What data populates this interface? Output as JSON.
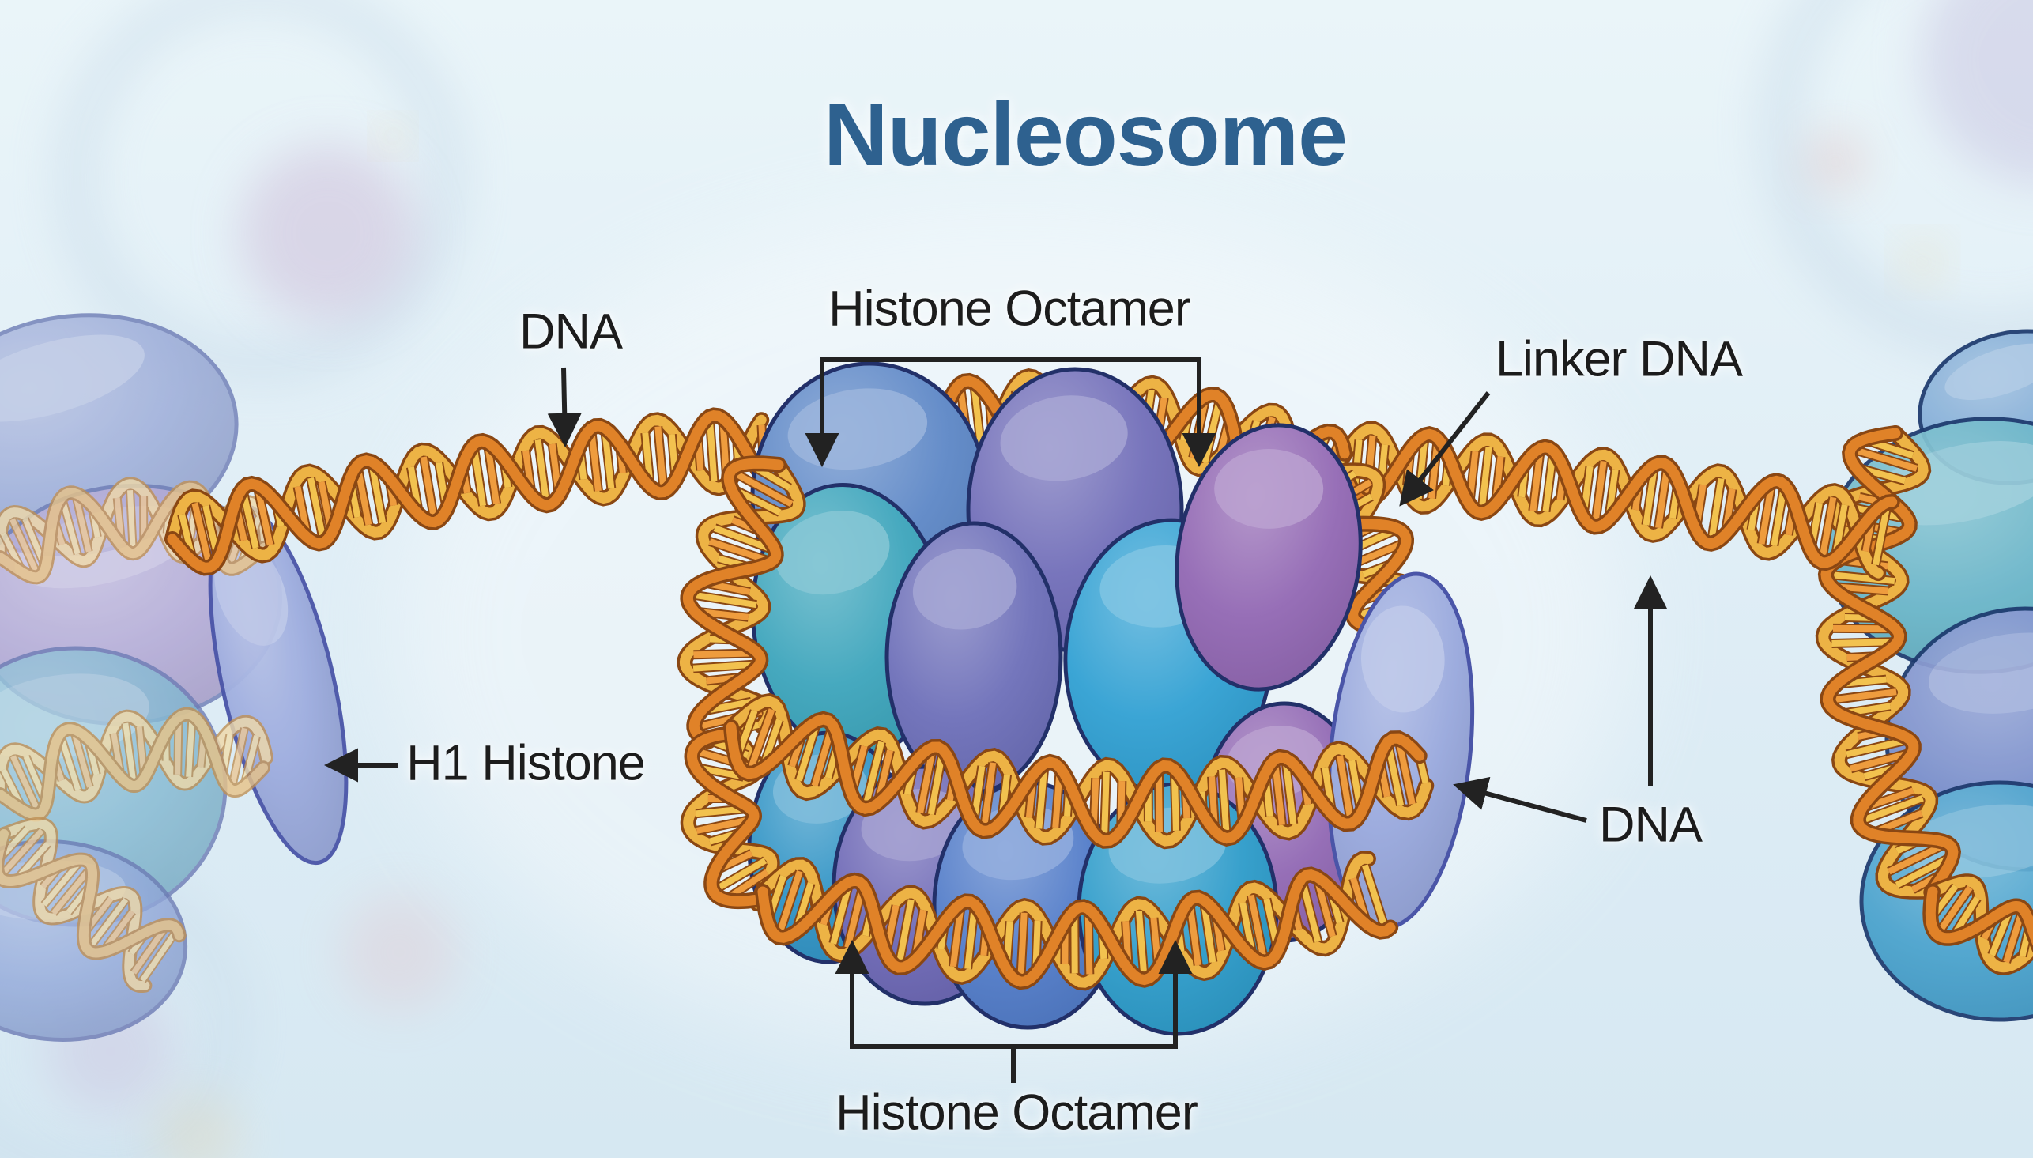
{
  "title": "Nucleosome",
  "labels": {
    "dna_top": "DNA",
    "histone_octamer_top": "Histone Octamer",
    "linker_dna": "Linker DNA",
    "h1_histone": "H1 Histone",
    "dna_right": "DNA",
    "histone_octamer_bottom": "Histone Octamer"
  },
  "colors": {
    "title": "#2e618f",
    "label_text": "#1c1c1c",
    "arrow": "#222222",
    "dna_strand_front": "#e08228",
    "dna_strand_back": "#edb345",
    "dna_outline": "#8a4713",
    "dna_rung_gold": "#f2c24f",
    "dna_rung_orange": "#ee9c3e",
    "dna_faded_front": "#e8c387",
    "dna_faded_back": "#f0d9a8",
    "dna_faded_outline": "#bf9055",
    "dna_faded_rung_a": "#f2dfae",
    "dna_faded_rung_b": "#ecc897",
    "histone_blue": "#5b86c6",
    "histone_slate": "#6f6cb8",
    "histone_teal": "#3aa4bb",
    "histone_indigo": "#6b6db8",
    "histone_cyan": "#2f9fd2",
    "histone_purple": "#9066b2",
    "histone_bottom_teal": "#2f93c5",
    "histone_bottom_indigo": "#6b66b4",
    "histone_bottom_blue": "#4f7ac8",
    "histone_bottom_cyan": "#2a9ac9",
    "histone_under_purple": "#8f66b2",
    "sphere_outline": "#223069",
    "h1_bean": "#97a7dc",
    "h1_bean_outline": "#4a55a8",
    "faded_periwinkle": "#93a3d4",
    "faded_lavender": "#ab9ed0",
    "faded_teal": "#7cb4cf",
    "faded_blue": "#8ca4d8",
    "faded_outline": "#6d7cb5",
    "right_top_blue": "#7ba8d4",
    "right_teal": "#5fb0c4",
    "right_blue": "#7287c8",
    "right_cyan": "#3d9cca",
    "cell_ring": "#b9cfe2",
    "cell_nucleus": "#cfc0da"
  }
}
